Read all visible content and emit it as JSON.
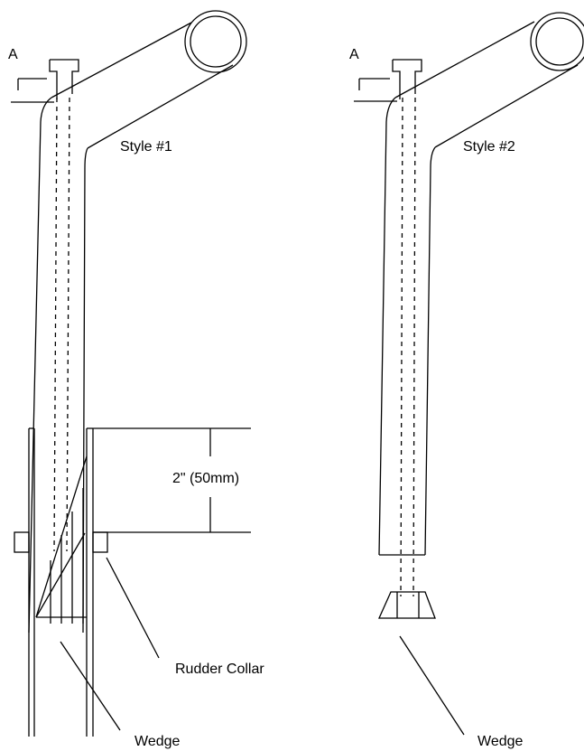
{
  "style1": {
    "title": "Style #1",
    "dimension_a": "A",
    "measurement": "2\" (50mm)",
    "rudder_collar": "Rudder Collar",
    "wedge": "Wedge"
  },
  "style2": {
    "title": "Style #2",
    "dimension_a": "A",
    "wedge": "Wedge"
  }
}
